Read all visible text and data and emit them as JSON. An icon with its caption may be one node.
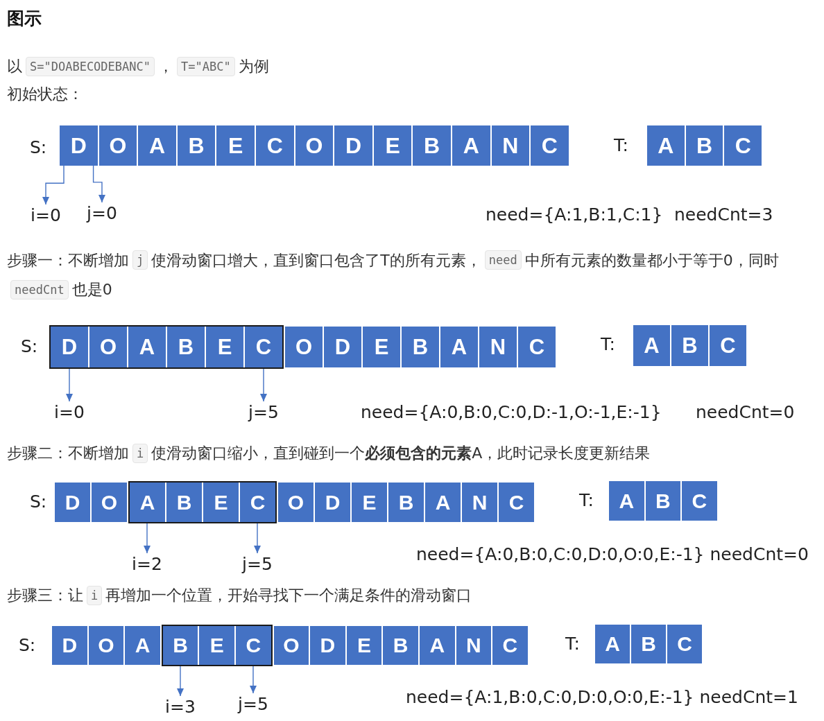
{
  "diagram": {
    "title": "图示",
    "nodes": [
      {
        "text": [
          "D"
        ]
      },
      {
        "text": [
          "O"
        ]
      },
      {
        "text": [
          "A"
        ]
      },
      {
        "text": [
          "B"
        ]
      },
      {
        "text": [
          "E"
        ]
      },
      {
        "text": [
          "C"
        ]
      },
      {
        "text": [
          "O"
        ]
      },
      {
        "text": [
          "D"
        ]
      },
      {
        "text": [
          "E"
        ]
      },
      {
        "text": [
          "B"
        ]
      },
      {
        "text": [
          "A"
        ]
      },
      {
        "text": [
          "N"
        ]
      },
      {
        "text": [
          "C"
        ]
      },
      {
        "text": [
          "A"
        ]
      },
      {
        "text": [
          "B"
        ]
      },
      {
        "text": [
          "C"
        ]
      },
      {
        "text": [
          "i=0"
        ]
      },
      {
        "text": [
          "j=0"
        ]
      },
      {
        "text": [],
        "shape": "box"
      },
      {
        "text": [
          "D"
        ],
        "in": 18
      },
      {
        "text": [
          "O"
        ],
        "in": 18
      },
      {
        "text": [
          "A"
        ],
        "in": 18
      },
      {
        "text": [
          "B"
        ],
        "in": 18
      },
      {
        "text": [
          "E"
        ],
        "in": 18
      },
      {
        "text": [
          "C"
        ],
        "in": 18
      },
      {
        "text": [
          "O"
        ]
      },
      {
        "text": [
          "D"
        ]
      },
      {
        "text": [
          "E"
        ]
      },
      {
        "text": [
          "B"
        ]
      },
      {
        "text": [
          "A"
        ]
      },
      {
        "text": [
          "N"
        ]
      },
      {
        "text": [
          "C"
        ]
      },
      {
        "text": [
          "A"
        ]
      },
      {
        "text": [
          "B"
        ]
      },
      {
        "text": [
          "C"
        ]
      },
      {
        "text": [
          "i=0"
        ]
      },
      {
        "text": [
          "j=5"
        ]
      },
      {
        "text": [
          "D"
        ]
      },
      {
        "text": [
          "O"
        ]
      },
      {
        "text": [],
        "shape": "box"
      },
      {
        "text": [
          "A"
        ],
        "in": 39
      },
      {
        "text": [
          "B"
        ],
        "in": 39
      },
      {
        "text": [
          "E"
        ],
        "in": 39
      },
      {
        "text": [
          "C"
        ],
        "in": 39
      },
      {
        "text": [
          "O"
        ]
      },
      {
        "text": [
          "D"
        ]
      },
      {
        "text": [
          "E"
        ]
      },
      {
        "text": [
          "B"
        ]
      },
      {
        "text": [
          "A"
        ]
      },
      {
        "text": [
          "N"
        ]
      },
      {
        "text": [
          "C"
        ]
      },
      {
        "text": [
          "A"
        ]
      },
      {
        "text": [
          "B"
        ]
      },
      {
        "text": [
          "C"
        ]
      },
      {
        "text": [
          "i=2"
        ]
      },
      {
        "text": [
          "j=5"
        ]
      },
      {
        "text": [
          "D"
        ]
      },
      {
        "text": [
          "O"
        ]
      },
      {
        "text": [
          "A"
        ]
      },
      {
        "text": [],
        "shape": "box"
      },
      {
        "text": [
          "B"
        ],
        "in": 59
      },
      {
        "text": [
          "E"
        ],
        "in": 59
      },
      {
        "text": [
          "C"
        ],
        "in": 59
      },
      {
        "text": [
          "O"
        ]
      },
      {
        "text": [
          "D"
        ]
      },
      {
        "text": [
          "E"
        ]
      },
      {
        "text": [
          "B"
        ]
      },
      {
        "text": [
          "A"
        ]
      },
      {
        "text": [
          "N"
        ]
      },
      {
        "text": [
          "C"
        ]
      },
      {
        "text": [
          "A"
        ]
      },
      {
        "text": [
          "B"
        ]
      },
      {
        "text": [
          "C"
        ]
      },
      {
        "text": [
          "i=3"
        ]
      },
      {
        "text": [
          "j=5"
        ]
      }
    ],
    "edges": [
      {
        "from": 0,
        "to": 16,
        "arrow": "to"
      },
      {
        "from": 0,
        "to": 17,
        "arrow": "to"
      },
      {
        "from": 19,
        "to": 35,
        "arrow": "to"
      },
      {
        "from": 24,
        "to": 36,
        "arrow": "to"
      },
      {
        "from": 40,
        "to": 54,
        "arrow": "to"
      },
      {
        "from": 43,
        "to": 55,
        "arrow": "to"
      },
      {
        "from": 60,
        "to": 73,
        "arrow": "to"
      },
      {
        "from": 62,
        "to": 74,
        "arrow": "to"
      }
    ],
    "labels": [
      "以",
      "S=\"DOABECODEBANC\"",
      "，",
      "T=\"ABC\"",
      "为例",
      "初始状态：",
      "S:",
      "T:",
      "need={A:1,B:1,C:1}",
      "needCnt=3",
      "步骤一：不断增加",
      "j",
      "使滑动窗口增大，直到窗口包含了T的所有元素，",
      "need",
      "中所有元素的数量都小于等于0，同时",
      "needCnt",
      "也是0",
      "S:",
      "T:",
      "need={A:0,B:0,C:0,D:-1,O:-1,E:-1}",
      "needCnt=0",
      "步骤二：不断增加",
      "i",
      "使滑动窗口缩小，直到碰到一个**必须包含的元素**A，此时记录长度更新结果",
      "S:",
      "T:",
      "need={A:0,B:0,C:0,D:0,O:0,E:-1} needCnt=0",
      "步骤三：让",
      "i",
      "再增加一个位置，开始寻找下一个满足条件的滑动窗口",
      "S:",
      "T:",
      "need={A:1,B:0,C:0,D:0,O:0,E:-1} needCnt=1"
    ]
  }
}
